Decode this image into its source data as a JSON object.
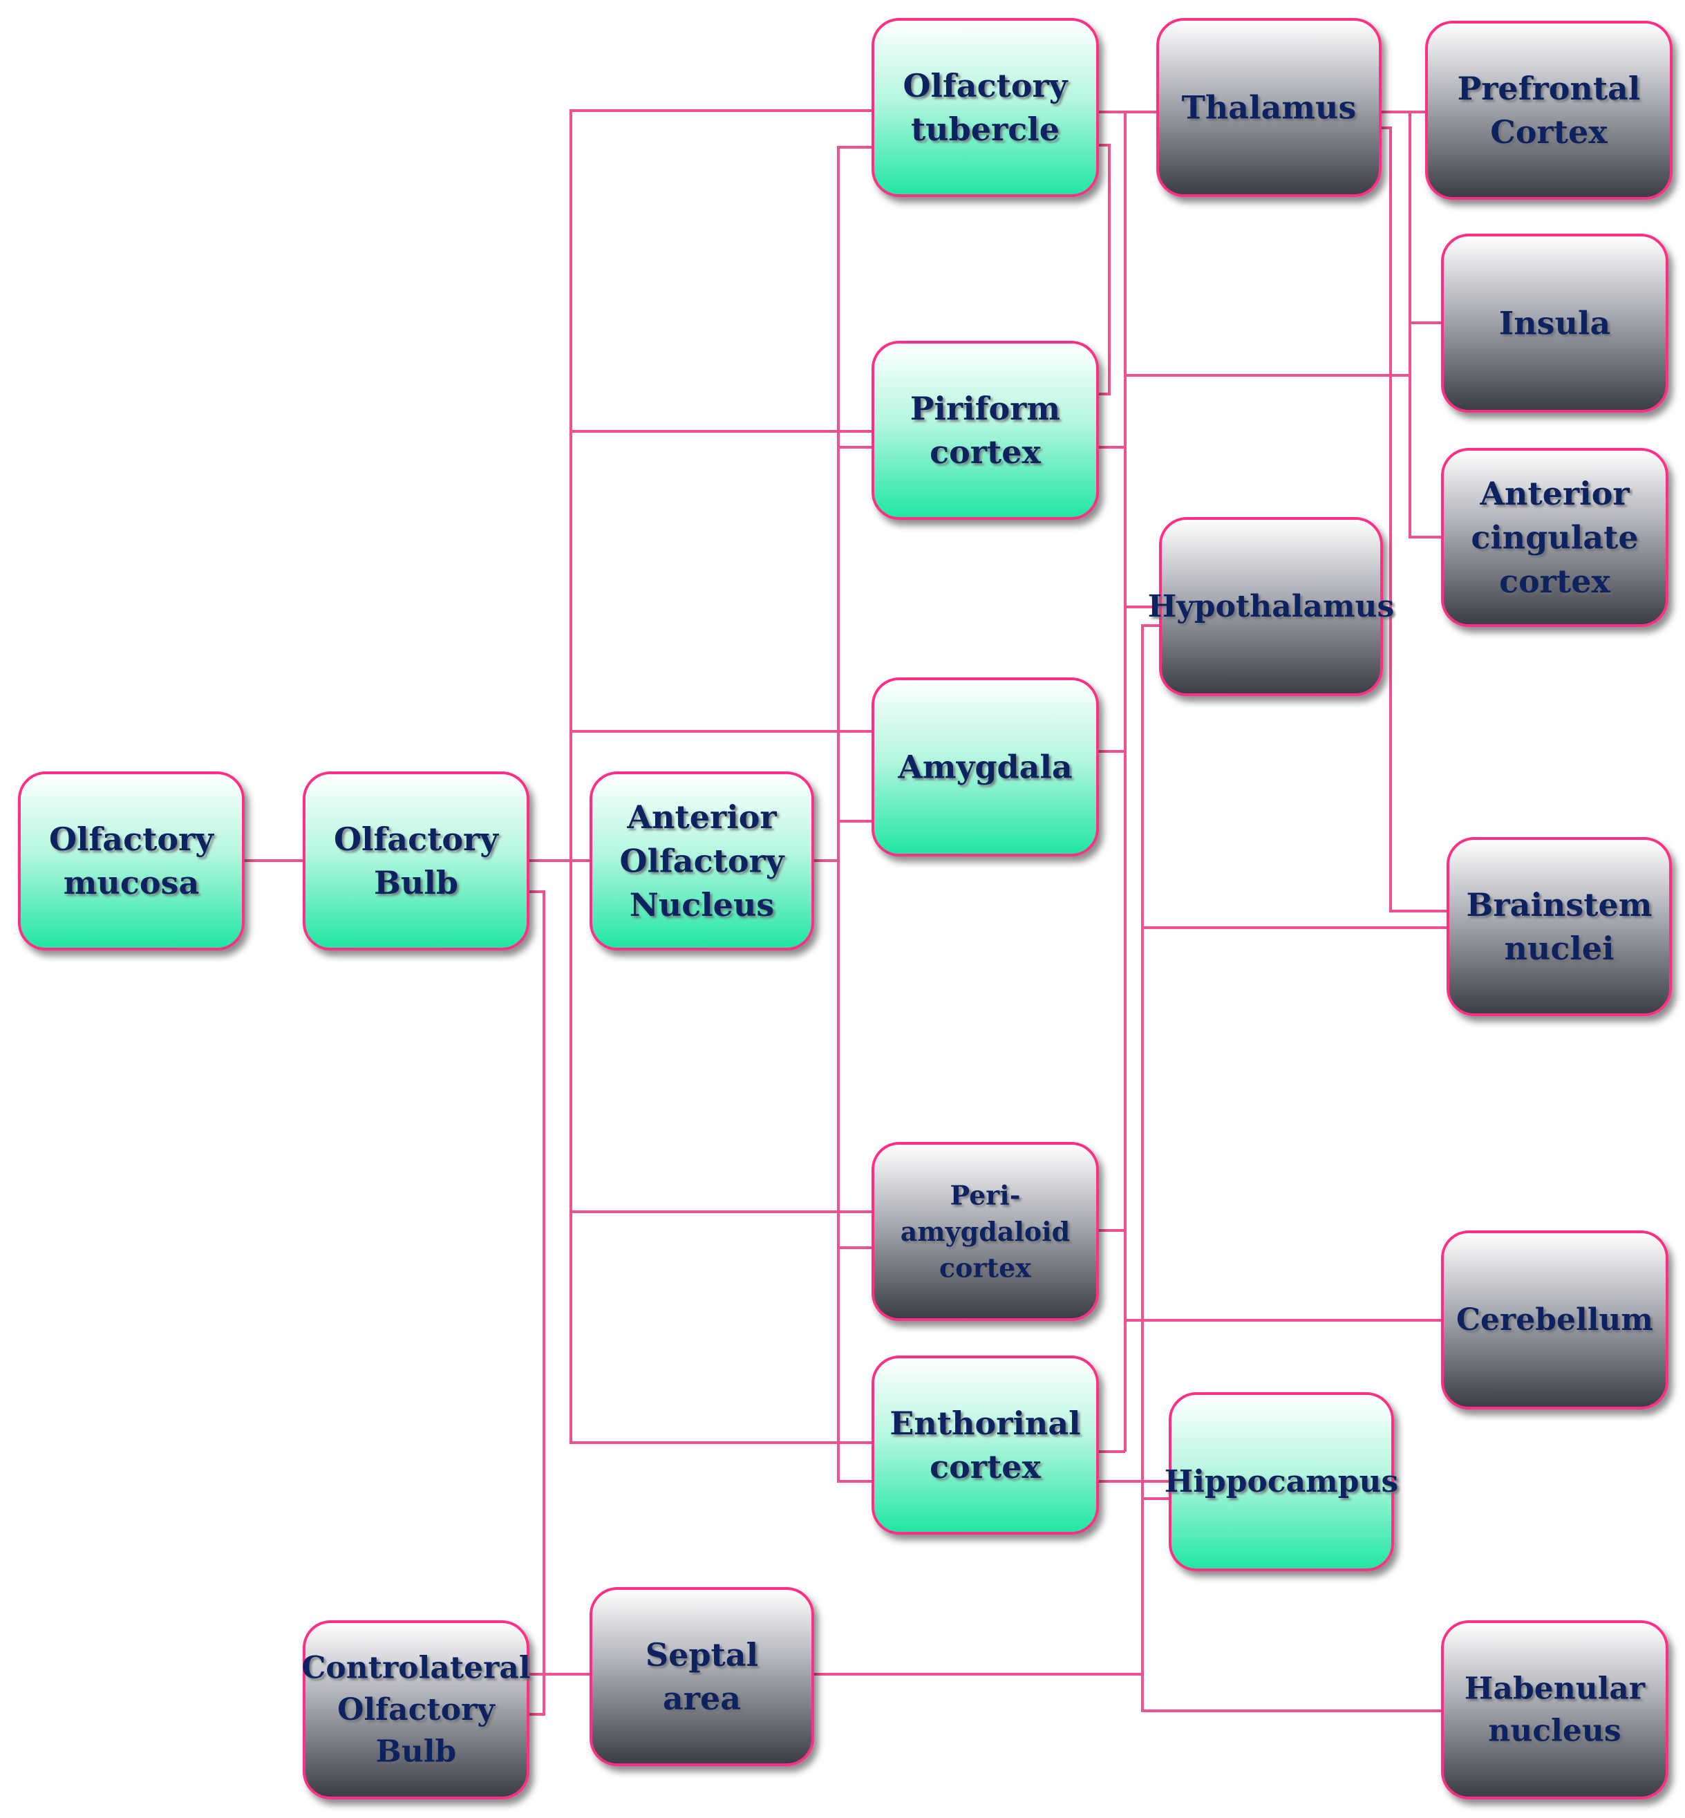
{
  "colors": {
    "connector": "#f0508f",
    "node_border": "#ff2f86",
    "green_top": "#ffffff",
    "green_bottom": "#1fe6a4",
    "gray_top": "#ffffff",
    "gray_bottom": "#3a3c44",
    "text": "#0f2160"
  },
  "nodes": {
    "olfactory_mucosa": [
      "Olfactory",
      "mucosa"
    ],
    "olfactory_bulb": [
      "Olfactory",
      "Bulb"
    ],
    "anterior_olfactory_nucleus": [
      "Anterior",
      "Olfactory",
      "Nucleus"
    ],
    "olfactory_tubercle": [
      "Olfactory",
      "tubercle"
    ],
    "piriform_cortex": [
      "Piriform",
      "cortex"
    ],
    "amygdala": [
      "Amygdala"
    ],
    "periamygdaloid_cortex": [
      "Peri-",
      "amygdaloid",
      "cortex"
    ],
    "enthorinal_cortex": [
      "Enthorinal",
      "cortex"
    ],
    "contralateral_olfactory_bulb": [
      "Controlateral",
      "Olfactory",
      "Bulb"
    ],
    "septal_area": [
      "Septal",
      "area"
    ],
    "thalamus": [
      "Thalamus"
    ],
    "hypothalamus": [
      "Hypothalamus"
    ],
    "hippocampus": [
      "Hippocampus"
    ],
    "prefrontal_cortex": [
      "Prefrontal",
      "Cortex"
    ],
    "insula": [
      "Insula"
    ],
    "anterior_cingulate_cortex": [
      "Anterior",
      "cingulate",
      "cortex"
    ],
    "brainstem_nuclei": [
      "Brainstem",
      "nuclei"
    ],
    "cerebellum": [
      "Cerebellum"
    ],
    "habenular_nucleus": [
      "Habenular",
      "nucleus"
    ]
  },
  "edges": [
    [
      "olfactory_mucosa",
      "olfactory_bulb"
    ],
    [
      "olfactory_bulb",
      "anterior_olfactory_nucleus"
    ],
    [
      "olfactory_bulb",
      "olfactory_tubercle"
    ],
    [
      "olfactory_bulb",
      "piriform_cortex"
    ],
    [
      "olfactory_bulb",
      "amygdala"
    ],
    [
      "olfactory_bulb",
      "periamygdaloid_cortex"
    ],
    [
      "olfactory_bulb",
      "enthorinal_cortex"
    ],
    [
      "olfactory_bulb",
      "contralateral_olfactory_bulb"
    ],
    [
      "anterior_olfactory_nucleus",
      "olfactory_tubercle"
    ],
    [
      "anterior_olfactory_nucleus",
      "piriform_cortex"
    ],
    [
      "anterior_olfactory_nucleus",
      "amygdala"
    ],
    [
      "anterior_olfactory_nucleus",
      "periamygdaloid_cortex"
    ],
    [
      "anterior_olfactory_nucleus",
      "enthorinal_cortex"
    ],
    [
      "contralateral_olfactory_bulb",
      "septal_area"
    ],
    [
      "olfactory_tubercle",
      "thalamus"
    ],
    [
      "piriform_cortex",
      "thalamus"
    ],
    [
      "piriform_cortex",
      "hypothalamus"
    ],
    [
      "amygdala",
      "hypothalamus"
    ],
    [
      "periamygdaloid_cortex",
      "hypothalamus"
    ],
    [
      "enthorinal_cortex",
      "hypothalamus"
    ],
    [
      "enthorinal_cortex",
      "hippocampus"
    ],
    [
      "thalamus",
      "prefrontal_cortex"
    ],
    [
      "thalamus",
      "insula"
    ],
    [
      "thalamus",
      "anterior_cingulate_cortex"
    ],
    [
      "thalamus",
      "brainstem_nuclei"
    ],
    [
      "hypothalamus",
      "brainstem_nuclei"
    ],
    [
      "hypothalamus",
      "cerebellum"
    ],
    [
      "hypothalamus",
      "habenular_nucleus"
    ],
    [
      "septal_area",
      "habenular_nucleus"
    ]
  ]
}
